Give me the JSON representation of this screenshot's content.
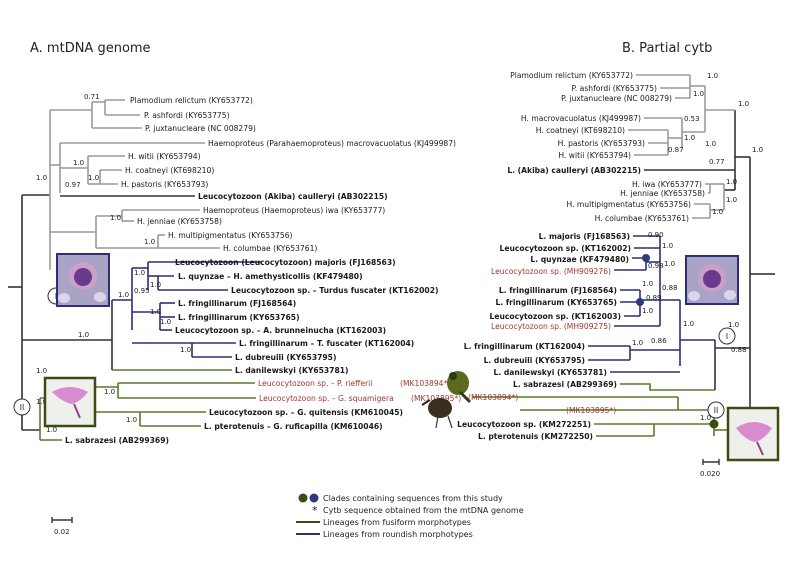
{
  "panel_a": {
    "title": "A. mtDNA genome",
    "scale": "0.02",
    "taxa": [
      {
        "label": "Plamodium relictum (KY653772)",
        "bs": "0.71"
      },
      {
        "label": "P. ashfordi (KY653775)",
        "bs": ""
      },
      {
        "label": "P. juxtanucleare (NC 008279)",
        "bs": ""
      },
      {
        "label": "Haemoproteus (Parahaemoproteus) macrovacuolatus (KJ499987)",
        "bs": "1.0"
      },
      {
        "label": "H. witii (KY653794)",
        "bs": "1.0"
      },
      {
        "label": "H. coatneyi (KT698210)",
        "bs": ""
      },
      {
        "label": "H. pastoris (KY653793)",
        "bs": "0.97"
      },
      {
        "label": "Leucocytozoon (Akiba) caulleryi (AB302215)",
        "bs": "1.0"
      },
      {
        "label": "Haemoproteus (Haemoproteus) iwa (KY653777)",
        "bs": ""
      },
      {
        "label": "H. jenniae (KY653758)",
        "bs": "1.0"
      },
      {
        "label": "H. multipigmentatus (KY653756)",
        "bs": ""
      },
      {
        "label": "H. columbae (KY653761)",
        "bs": "1.0"
      },
      {
        "label": "Leucocytozoon (Leucocytozoon) majoris (FJ168563)",
        "bs": ""
      },
      {
        "label": "L. quynzae – H. amethysticollis (KF479480)",
        "bs": "1.0"
      },
      {
        "label": "Leucocytozoon sp. – Turdus fuscater (KT162002)",
        "bs": "0.95"
      },
      {
        "label": "L. fringillinarum (FJ168564)",
        "bs": "1.0"
      },
      {
        "label": "L. fringillinarum (KY653765)",
        "bs": "1.0"
      },
      {
        "label": "Leucocytozoon sp. – A. brunneinucha (KT162003)",
        "bs": "1.0"
      },
      {
        "label": "L. fringillinarum – T. fuscater (KT162004)",
        "bs": "1.0"
      },
      {
        "label": "L. dubreuili (KY653795)",
        "bs": "1.0"
      },
      {
        "label": "L. danilewskyi (KY653781)",
        "bs": "1.0"
      },
      {
        "label": "Leucocytozoon sp. – P. riefferii",
        "acc": "(MK103894*)"
      },
      {
        "label": "Leucocytozoon sp. – G. squamigera",
        "acc": "(MK103895*)"
      },
      {
        "label": "Leucocytozoon sp. – G. quitensis (KM610045)",
        "bs": "1.0"
      },
      {
        "label": "L. pterotenuis – G. ruficapilla (KM610046)",
        "bs": "1.0"
      },
      {
        "label": "L. sabrazesi (AB299369)",
        "bs": "1.0"
      }
    ],
    "extra_bs": [
      "1.0",
      "1.0",
      "1.0",
      "1.0",
      "1.0",
      "1.0"
    ],
    "clade_I": "I",
    "clade_II": "II"
  },
  "panel_b": {
    "title": "B. Partial cytb",
    "scale": "0.020",
    "taxa": [
      {
        "label": "Plamodium relictum (KY653772)"
      },
      {
        "label": "P. ashfordi (KY653775)"
      },
      {
        "label": "P. juxtanucleare (NC 008279)"
      },
      {
        "label": "H. macrovacuolatus (KJ499987)"
      },
      {
        "label": "H. coatneyi (KT698210)"
      },
      {
        "label": "H. pastoris (KY653793)"
      },
      {
        "label": "H. witii (KY653794)"
      },
      {
        "label": "L. (Akiba) caulleryi (AB302215)"
      },
      {
        "label": "H. iwa (KY653777)"
      },
      {
        "label": "H. jenniae (KY653758)"
      },
      {
        "label": "H. multipigmentatus (KY653756)"
      },
      {
        "label": "H. columbae (KY653761)"
      },
      {
        "label": "L. majoris (FJ168563)"
      },
      {
        "label": "Leucocytozoon sp. (KT162002)"
      },
      {
        "label": "L. quynzae (KF479480)"
      },
      {
        "label": "Leucocytozoon sp. (MH909276)"
      },
      {
        "label": "L. fringillinarum (FJ168564)"
      },
      {
        "label": "L. fringillinarum (KY653765)"
      },
      {
        "label": "Leucocytozoon sp. (KT162003)"
      },
      {
        "label": "Leucocytozoon sp. (MH909275)"
      },
      {
        "label": "L. fringillinarum (KT162004)"
      },
      {
        "label": "L. dubreuili (KY653795)"
      },
      {
        "label": "L. danilewskyi (KY653781)"
      },
      {
        "label": "L. sabrazesi (AB299369)"
      },
      {
        "label": "(MK103894*)"
      },
      {
        "label": "(MK103895*)"
      },
      {
        "label": "Leucocytozoon sp. (KM272251)"
      },
      {
        "label": "L. pterotenuis (KM272250)"
      }
    ],
    "bs": [
      "1.0",
      "1.0",
      "1.0",
      "0.53",
      "1.0",
      "0.87",
      "1.0",
      "1.0",
      "0.77",
      "1.0",
      "1.0",
      "1.0",
      "1.0",
      "0.90",
      "1.0",
      "0.98",
      "1.0",
      "0.89",
      "1.0",
      "0.88",
      "1.0",
      "0.86",
      "1.0",
      "1.0",
      "0.88",
      "1.0"
    ],
    "clade_I": "I",
    "clade_II": "II"
  },
  "legend": {
    "item1": "Clades containing sequences from this study",
    "item2": "Cytb sequence obtained from the mtDNA genome",
    "item3": "Lineages from fusiform morphotypes",
    "item4": "Lineages from roundish morphotypes",
    "star": "*"
  },
  "colors": {
    "plasmodium_haemoproteus": "#9a9a9a",
    "fusiform": "#5a7a2a",
    "roundish": "#2b2f7a",
    "study_red": "#a0362e",
    "node_green": "#3c4a14",
    "node_blue": "#2b3a7a"
  }
}
